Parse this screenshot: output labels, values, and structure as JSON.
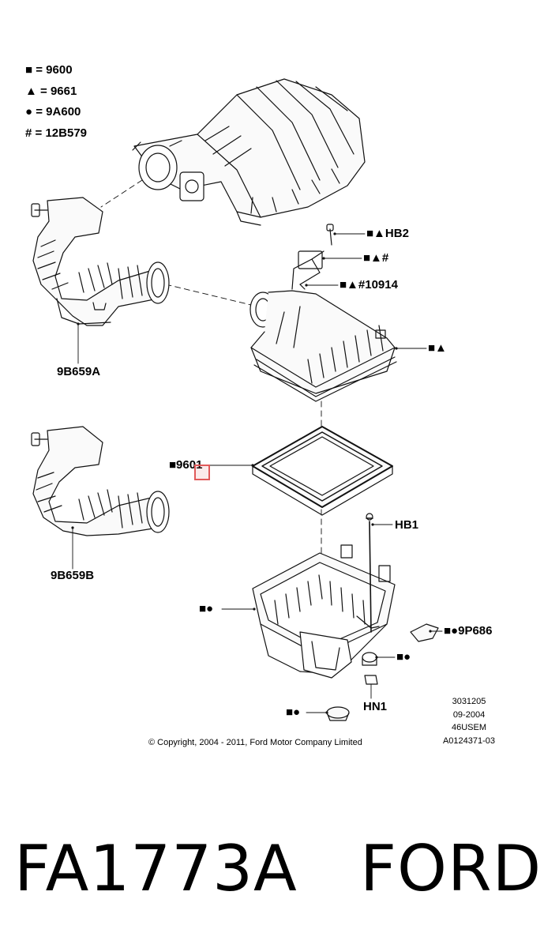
{
  "legend": [
    {
      "symbol": "■",
      "eq": "=",
      "code": "9600"
    },
    {
      "symbol": "▲",
      "eq": "=",
      "code": "9661"
    },
    {
      "symbol": "●",
      "eq": "=",
      "code": "9A600"
    },
    {
      "symbol": "#",
      "eq": "=",
      "code": "12B579"
    }
  ],
  "callouts": {
    "hb2": "■▲HB2",
    "sensor": "■▲#",
    "n10914": "■▲#10914",
    "cover": "■▲",
    "tube_a": "9B659A",
    "tube_b": "9B659B",
    "filter": "■9601",
    "hb1": "HB1",
    "tray": "■●",
    "p686": "■●9P686",
    "grommet": "■●",
    "hn1": "HN1",
    "foot": "■●"
  },
  "meta": {
    "line1": "3031205",
    "line2": "09-2004",
    "line3": "46USEM",
    "line4": "A0124371-03"
  },
  "copyright": "© Copyright, 2004 - 2011, Ford Motor Company Limited",
  "bottom": {
    "part_number": "FA1773A",
    "brand": "FORD"
  }
}
